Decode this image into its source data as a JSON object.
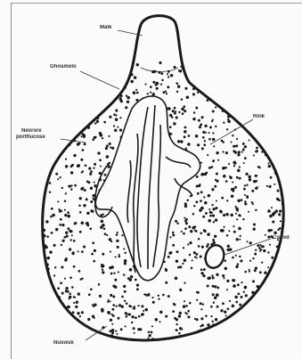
{
  "labels": {
    "top": "Malk",
    "left_upper": "Ghosmolo",
    "left_middle_line1": "Nexrore",
    "left_middle_line2": "portflucose",
    "right_upper": "Rink",
    "right_lower": "Cosod",
    "bottom": "Nuswsk"
  },
  "colors": {
    "ink": "#1a1a1a",
    "paper": "#fbfbf9"
  }
}
